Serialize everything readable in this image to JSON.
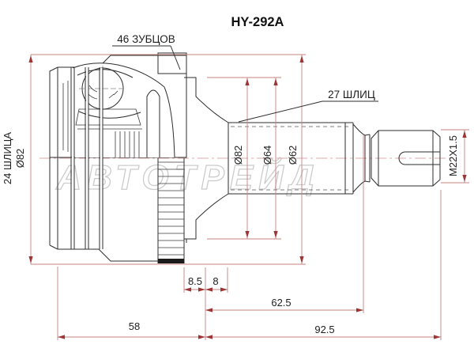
{
  "drawing": {
    "title": "HY-292A",
    "watermark": "АВТОТРЕЙД",
    "callouts": {
      "abs_teeth": "46 ЗУБЦОВ",
      "shaft_splines": "27 ШЛИЦ",
      "inner_splines": "24 ШЛИЦА",
      "thread": "M22X1.5"
    },
    "diameters": {
      "housing_left": "Ø82",
      "mid_1": "Ø82",
      "mid_2": "Ø64",
      "mid_3": "Ø62"
    },
    "lengths": {
      "abs_ring_width": "8.5",
      "seat_width": "8",
      "housing_length": "58",
      "spline_to_thread": "62.5",
      "shaft_total": "92.5"
    },
    "colors": {
      "outline": "#2e2e2e",
      "dimension_line": "#c4837f",
      "arrow": "#9e3535",
      "centerline": "#dcaaaa",
      "watermark": "#cccccc"
    }
  }
}
